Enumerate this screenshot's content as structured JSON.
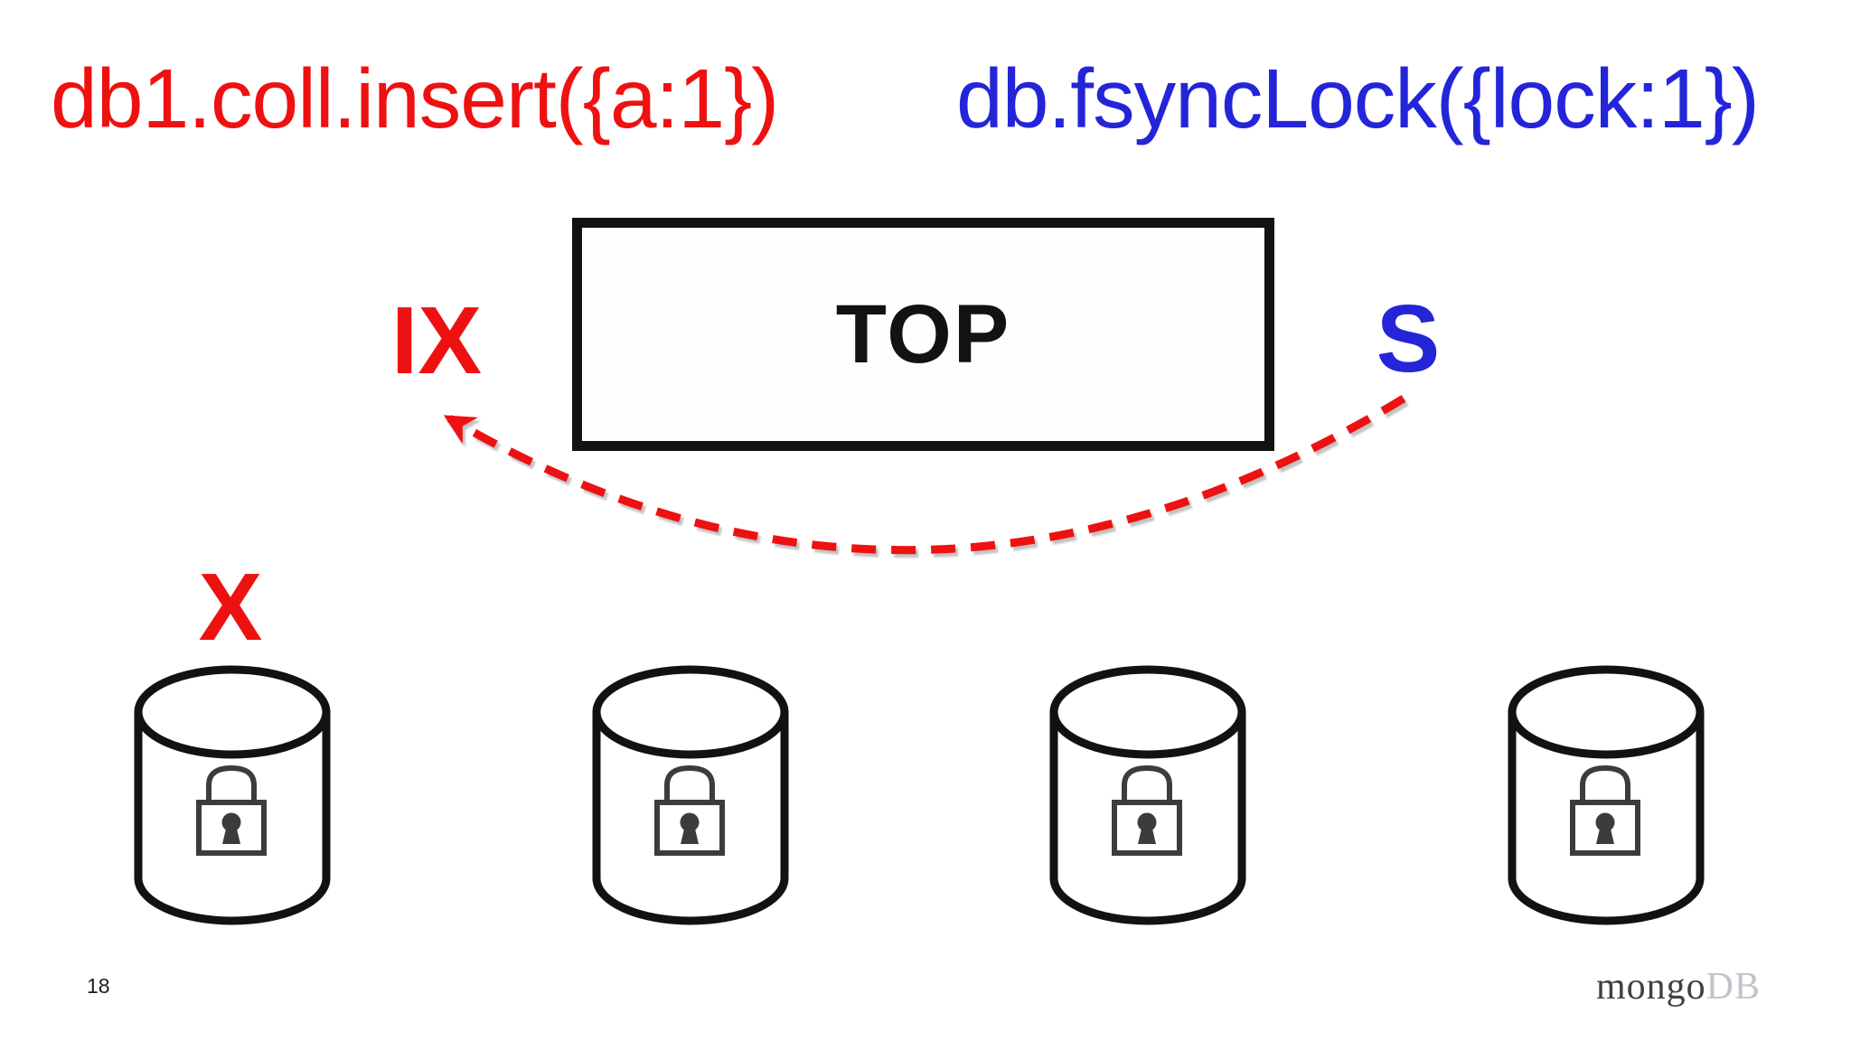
{
  "commands": {
    "insert": "db1.coll.insert({a:1})",
    "fsync_lock": "db.fsyncLock({lock:1})"
  },
  "top_box": {
    "label": "TOP"
  },
  "lock_labels": {
    "intent_exclusive": "IX",
    "shared": "S",
    "exclusive": "X"
  },
  "diagram": {
    "database_count": 4,
    "database_icon": "database-cylinder-icon",
    "lock_icon": "lock-icon",
    "arrow_icon": "dashed-curved-arrow"
  },
  "footer": {
    "page_number": "18",
    "logo_mongo": "mongo",
    "logo_db": "DB"
  },
  "colors": {
    "red": "#ee1111",
    "blue": "#2424d9",
    "ink": "#121212",
    "lock_gray": "#3c3c3c",
    "logo_dark": "#413f47",
    "logo_light": "#c3c3c9"
  }
}
